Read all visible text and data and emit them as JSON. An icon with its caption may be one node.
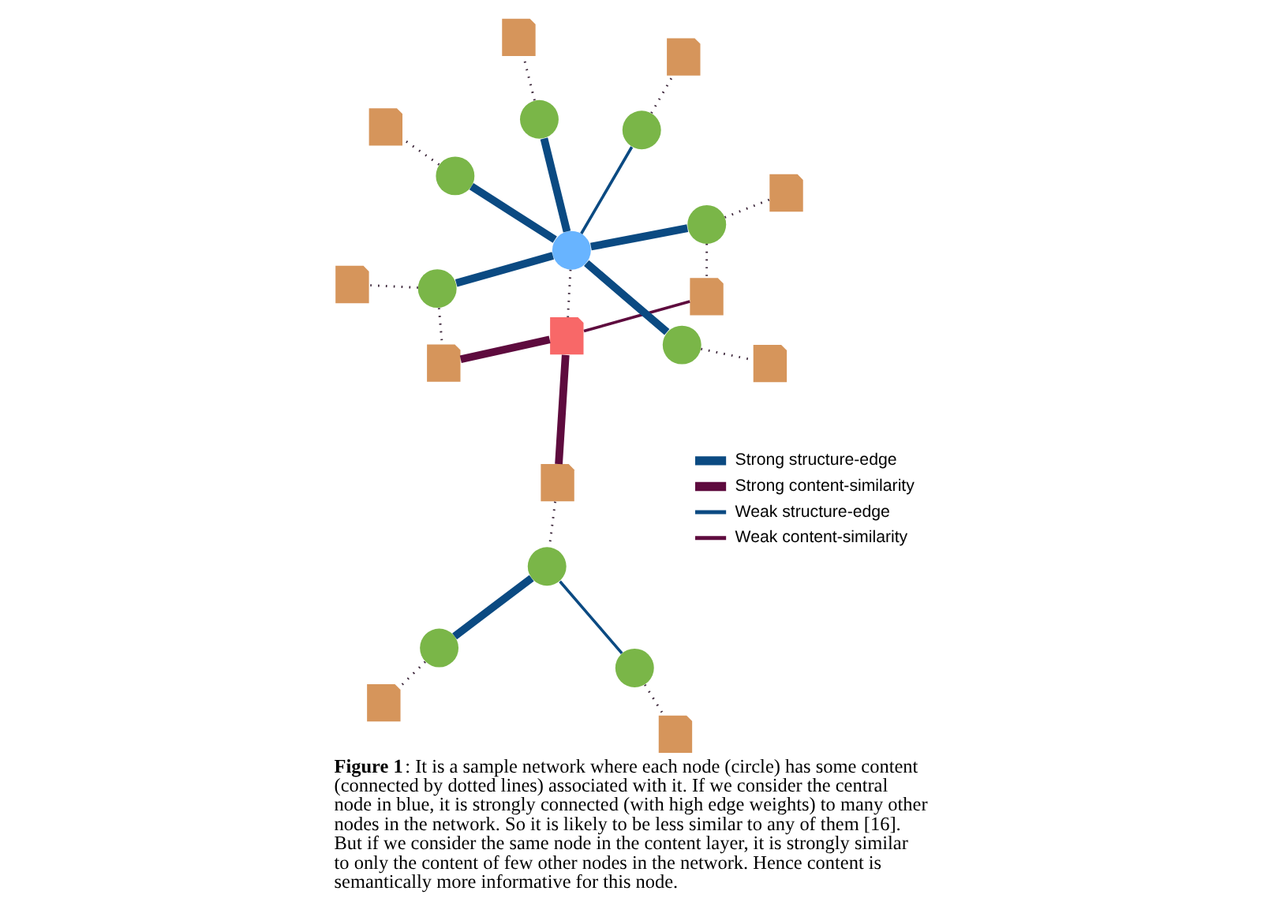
{
  "diagram": {
    "caption": "**Figure 1**: It is a sample network where each node (circle) has some content (connected by dotted lines) associated with it. If we consider the central node in blue, it is strongly connected (with high edge weights) to many other nodes in the network. So it is likely to be less similar to any of them [16]. But if we consider the same node in the content layer, it is strongly similar to only the content of few other nodes in the network. Hence content is semantically more informative for this node.",
    "nodes": [
      {
        "text": [],
        "shape": "document"
      },
      {
        "text": [],
        "shape": "document"
      },
      {
        "text": [],
        "shape": "document"
      },
      {
        "text": [],
        "shape": "document"
      },
      {
        "text": [],
        "shape": "circle"
      },
      {
        "text": [],
        "shape": "document"
      },
      {
        "text": [],
        "shape": "circle"
      },
      {
        "text": [],
        "shape": "circle"
      },
      {
        "text": [],
        "shape": "document"
      },
      {
        "text": [],
        "shape": "circle"
      },
      {
        "text": [],
        "shape": "circle"
      },
      {
        "text": [],
        "shape": "circle"
      },
      {
        "text": [],
        "shape": "document"
      },
      {
        "text": [],
        "shape": "circle"
      },
      {
        "text": [],
        "shape": "circle"
      },
      {
        "text": [],
        "shape": "document"
      },
      {
        "text": [],
        "shape": "circle"
      },
      {
        "text": [],
        "shape": "circle"
      },
      {
        "text": [],
        "shape": "document"
      },
      {
        "text": [],
        "shape": "document"
      },
      {
        "text": [],
        "shape": "document"
      },
      {
        "text": [],
        "shape": "document"
      }
    ],
    "edges": [
      {
        "from": 10,
        "to": 9,
        "arrow": "none",
        "style": "thick",
        "color": "#0b4a82"
      },
      {
        "from": 10,
        "to": 13,
        "arrow": "none",
        "color": "#0b4a82"
      },
      {
        "from": 10,
        "to": 16,
        "arrow": "none",
        "style": "thick",
        "color": "#0b4a82"
      },
      {
        "from": 10,
        "to": 17,
        "arrow": "none",
        "style": "thick",
        "color": "#0b4a82"
      },
      {
        "from": 10,
        "to": 14,
        "arrow": "none",
        "style": "thick",
        "color": "#0b4a82"
      },
      {
        "from": 10,
        "to": 11,
        "arrow": "none",
        "style": "thick",
        "color": "#0b4a82"
      },
      {
        "from": 10,
        "to": 2,
        "arrow": "none",
        "style": "dashed"
      },
      {
        "from": 9,
        "to": 1,
        "arrow": "none",
        "style": "dashed"
      },
      {
        "from": 11,
        "to": 3,
        "arrow": "none",
        "style": "dashed"
      },
      {
        "from": 2,
        "to": 1,
        "arrow": "none",
        "color": "#5e0b3e"
      },
      {
        "from": 2,
        "to": 0,
        "arrow": "none",
        "style": "thick",
        "color": "#5e0b3e"
      },
      {
        "from": 2,
        "to": 3,
        "arrow": "none",
        "style": "thick",
        "color": "#5e0b3e"
      },
      {
        "from": 0,
        "to": 6,
        "arrow": "none",
        "style": "dashed"
      },
      {
        "from": 6,
        "to": 4,
        "arrow": "none",
        "style": "thick",
        "color": "#0b4a82"
      },
      {
        "from": 6,
        "to": 7,
        "arrow": "none",
        "color": "#0b4a82"
      },
      {
        "from": 4,
        "to": 5,
        "arrow": "none",
        "style": "dashed"
      },
      {
        "from": 7,
        "to": 8,
        "arrow": "none",
        "style": "dashed"
      },
      {
        "from": 9,
        "to": 12,
        "arrow": "none",
        "style": "dashed"
      },
      {
        "from": 13,
        "to": 18,
        "arrow": "none",
        "style": "dashed"
      },
      {
        "from": 16,
        "to": 20,
        "arrow": "none",
        "style": "dashed"
      },
      {
        "from": 17,
        "to": 21,
        "arrow": "none",
        "style": "dashed"
      },
      {
        "from": 14,
        "to": 19,
        "arrow": "none",
        "style": "dashed"
      },
      {
        "from": 11,
        "to": 15,
        "arrow": "none",
        "style": "dashed"
      }
    ],
    "legend": [
      {
        "text": "Strong structure-edge",
        "color": "#0b4a82"
      },
      {
        "text": "Strong content-similarity",
        "color": "#5e0b3e"
      },
      {
        "text": "Weak structure-edge",
        "color": "#0b4a82"
      },
      {
        "text": "Weak content-similarity",
        "color": "#5e0b3e"
      }
    ]
  }
}
